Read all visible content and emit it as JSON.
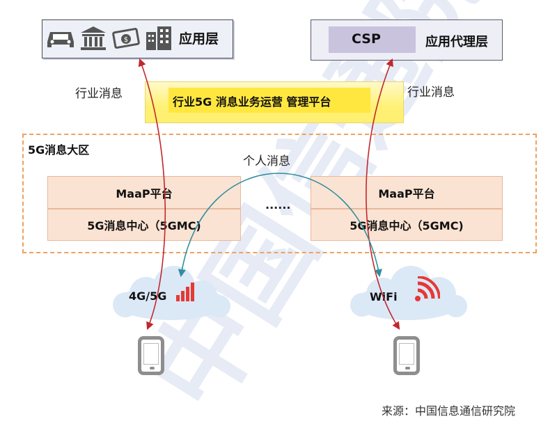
{
  "top": {
    "app_layer": {
      "label": "应用层",
      "icons": [
        "car-icon",
        "bank-icon",
        "money-icon",
        "building-icon"
      ]
    },
    "csp": {
      "csp_label": "CSP",
      "proxy_label": "应用代理层"
    }
  },
  "platform": {
    "title": "行业5G 消息业务运营 管理平台",
    "left_note": "行业消息",
    "right_note": "行业消息"
  },
  "region": {
    "title": "5G消息大区",
    "personal_msg": "个人消息",
    "ellipsis": "......",
    "left_block": {
      "maap": "MaaP平台",
      "center": "5G消息中心（5GMC)"
    },
    "right_block": {
      "maap": "MaaP平台",
      "center": "5G消息中心（5GMC)"
    }
  },
  "access": {
    "left_cloud_label": "4G/5G",
    "right_cloud_label": "WiFi"
  },
  "source": "来源：中国信息通信研究院",
  "watermark": "中国信通院",
  "colors": {
    "arrow_red": "#c1272d",
    "arrow_teal": "#2f8f9d",
    "region_border": "#f0a15e",
    "signal_red": "#e53935"
  }
}
